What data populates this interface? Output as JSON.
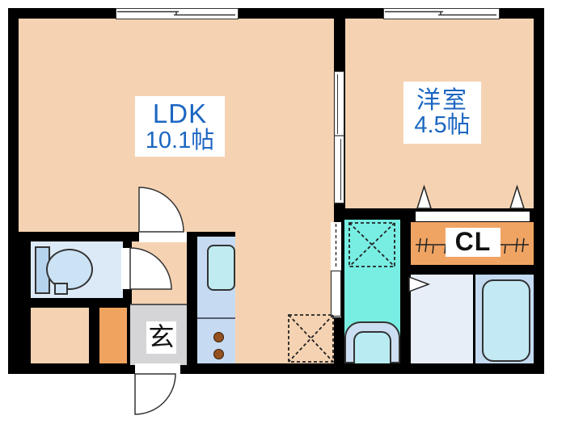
{
  "rooms": {
    "ldk": {
      "name": "LDK",
      "area": "10.1帖"
    },
    "western_room": {
      "name": "洋室",
      "area": "4.5帖"
    },
    "entrance": {
      "name": "玄"
    },
    "closet": {
      "name": "CL"
    }
  },
  "fixtures": {
    "toilet": "toilet",
    "kitchen_sink": "kitchen-sink",
    "stove_burners": "two-burner-stove",
    "refrigerator_space": "refrigerator-space-dashed",
    "washing_machine_space": "washing-machine-space-dashed",
    "washbasin": "washbasin-vanity",
    "bathtub": "bathtub",
    "closet_hanger_rod": "hanger-rod",
    "entrance_door": "outward-swing-door",
    "ldk_door": "hinged-door",
    "toilet_door": "hinged-door",
    "room_divider_door": "double-sliding-door",
    "washroom_door": "pocket-sliding-door",
    "windows": "sliding-window-x2",
    "closet_door_markers": "folding-door-triangles"
  },
  "colors": {
    "wall": "#000000",
    "floor_peach": "#F5D3B2",
    "entrance_gray": "#D5D5D7",
    "closet_orange": "#F0A464",
    "shoebox_orange": "#F0A35F",
    "washroom_cyan": "#78EEE3",
    "toilet_blue": "#DCEAF8",
    "kitchen_blue": "#C6DBF2",
    "bath_floor_blue": "#C4DAF1",
    "bathtub_cyan": "#C2E9F4",
    "label_blue": "#1B66C2"
  }
}
